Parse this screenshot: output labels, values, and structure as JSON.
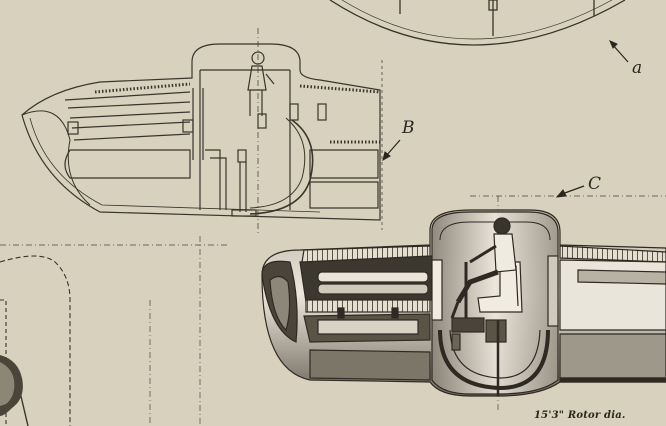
{
  "labels": {
    "a": "a",
    "b": "B",
    "c": "C",
    "caption": "15'3\" Rotor dia."
  },
  "colors": {
    "paper": "#d8d1bd",
    "ink": "#3a352c",
    "shade_dark": "#4a443a",
    "shade_light": "#ece6d8"
  }
}
